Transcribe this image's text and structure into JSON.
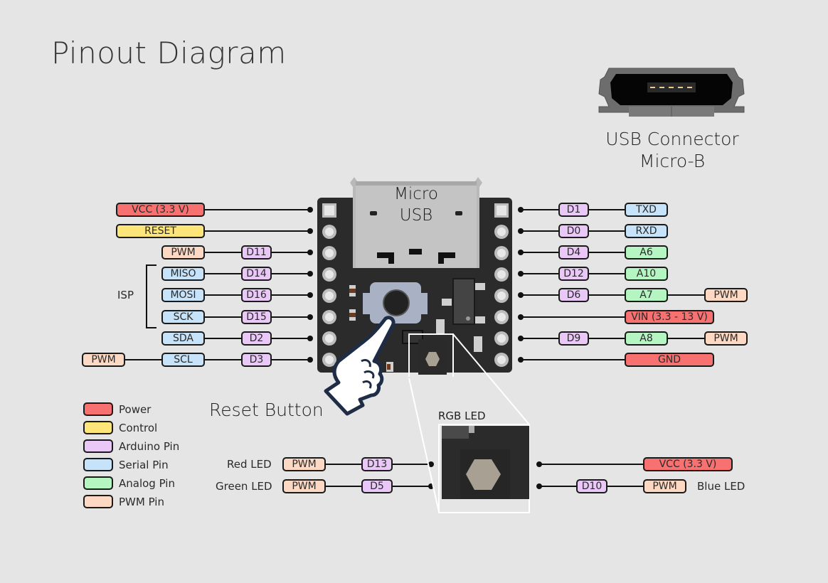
{
  "title": "Pinout Diagram",
  "usb_connector": {
    "line1": "USB Connector",
    "line2": "Micro-B"
  },
  "board": {
    "usb_label_line1": "Micro",
    "usb_label_line2": "USB"
  },
  "colors": {
    "power": "#f87171",
    "control": "#fde57a",
    "arduino": "#e9c8f8",
    "serial": "#c6e3f9",
    "analog": "#b4f5c2",
    "pwm": "#fdd8c2",
    "background": "#e5e5e5",
    "pcb": "#2b2b2b"
  },
  "left_pins": [
    {
      "labels": [
        {
          "text": "VCC (3.3 V)",
          "type": "power"
        }
      ]
    },
    {
      "labels": [
        {
          "text": "RESET",
          "type": "control"
        }
      ]
    },
    {
      "labels": [
        {
          "text": "PWM",
          "type": "pwm"
        },
        {
          "text": "D11",
          "type": "arduino"
        }
      ]
    },
    {
      "labels": [
        {
          "text": "MISO",
          "type": "serial"
        },
        {
          "text": "D14",
          "type": "arduino"
        }
      ]
    },
    {
      "labels": [
        {
          "text": "MOSI",
          "type": "serial"
        },
        {
          "text": "D16",
          "type": "arduino"
        }
      ]
    },
    {
      "labels": [
        {
          "text": "SCK",
          "type": "serial"
        },
        {
          "text": "D15",
          "type": "arduino"
        }
      ]
    },
    {
      "labels": [
        {
          "text": "SDA",
          "type": "serial"
        },
        {
          "text": "D2",
          "type": "arduino"
        }
      ]
    },
    {
      "labels": [
        {
          "text": "PWM",
          "type": "pwm"
        },
        {
          "text": "SCL",
          "type": "serial"
        },
        {
          "text": "D3",
          "type": "arduino"
        }
      ]
    }
  ],
  "isp_label": "ISP",
  "right_pins": [
    {
      "labels": [
        {
          "text": "D1",
          "type": "arduino"
        },
        {
          "text": "TXD",
          "type": "serial"
        }
      ]
    },
    {
      "labels": [
        {
          "text": "D0",
          "type": "arduino"
        },
        {
          "text": "RXD",
          "type": "serial"
        }
      ]
    },
    {
      "labels": [
        {
          "text": "D4",
          "type": "arduino"
        },
        {
          "text": "A6",
          "type": "analog"
        }
      ]
    },
    {
      "labels": [
        {
          "text": "D12",
          "type": "arduino"
        },
        {
          "text": "A10",
          "type": "analog"
        }
      ]
    },
    {
      "labels": [
        {
          "text": "D6",
          "type": "arduino"
        },
        {
          "text": "A7",
          "type": "analog"
        },
        {
          "text": "PWM",
          "type": "pwm"
        }
      ]
    },
    {
      "labels": [
        {
          "text": "VIN (3.3 - 13 V)",
          "type": "power"
        }
      ]
    },
    {
      "labels": [
        {
          "text": "D9",
          "type": "arduino"
        },
        {
          "text": "A8",
          "type": "analog"
        },
        {
          "text": "PWM",
          "type": "pwm"
        }
      ]
    },
    {
      "labels": [
        {
          "text": "GND",
          "type": "power"
        }
      ]
    }
  ],
  "reset_button_label": "Reset Button",
  "rgb_led": {
    "title": "RGB LED",
    "red": {
      "name": "Red LED",
      "pwm": "PWM",
      "pin": "D13"
    },
    "green": {
      "name": "Green LED",
      "pwm": "PWM",
      "pin": "D5"
    },
    "vcc": "VCC (3.3 V)",
    "blue": {
      "name": "Blue LED",
      "pwm": "PWM",
      "pin": "D10"
    }
  },
  "legend": [
    {
      "label": "Power",
      "type": "power"
    },
    {
      "label": "Control",
      "type": "control"
    },
    {
      "label": "Arduino Pin",
      "type": "arduino"
    },
    {
      "label": "Serial Pin",
      "type": "serial"
    },
    {
      "label": "Analog Pin",
      "type": "analog"
    },
    {
      "label": "PWM Pin",
      "type": "pwm"
    }
  ]
}
